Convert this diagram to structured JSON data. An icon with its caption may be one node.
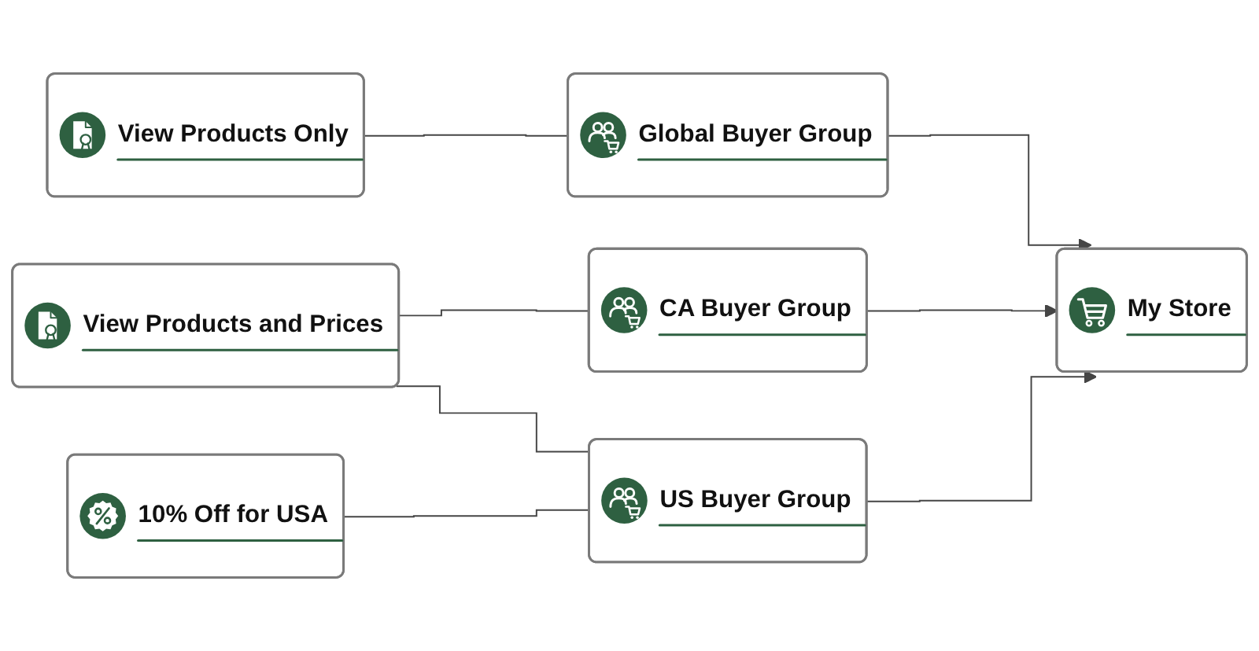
{
  "diagram": {
    "nodes": [
      {
        "text": [
          "View Products Only"
        ]
      },
      {
        "text": [
          "View Products and Prices"
        ]
      },
      {
        "text": [
          "10% Off for USA"
        ]
      },
      {
        "text": [
          "Global Buyer Group"
        ]
      },
      {
        "text": [
          "CA Buyer Group"
        ]
      },
      {
        "text": [
          "US Buyer Group"
        ]
      },
      {
        "text": [
          "My Store"
        ]
      }
    ],
    "edges": [
      {
        "from": 0,
        "to": 3,
        "arrow": "none"
      },
      {
        "from": 1,
        "to": 4,
        "arrow": "none"
      },
      {
        "from": 1,
        "to": 5,
        "arrow": "none"
      },
      {
        "from": 2,
        "to": 5,
        "arrow": "none"
      },
      {
        "from": 3,
        "to": 6,
        "arrow": "to"
      },
      {
        "from": 4,
        "to": 6,
        "arrow": "to"
      },
      {
        "from": 5,
        "to": 6,
        "arrow": "to"
      }
    ]
  }
}
